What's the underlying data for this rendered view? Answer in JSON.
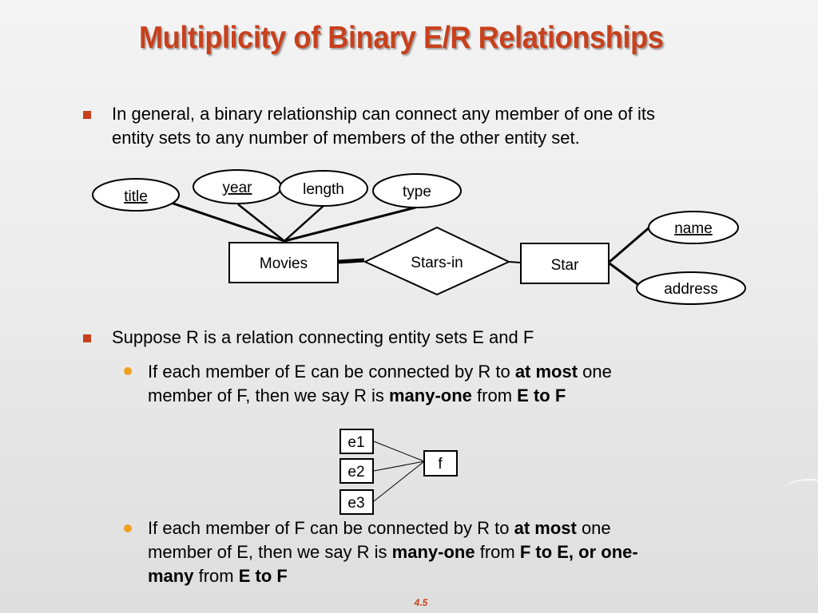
{
  "slide": {
    "title": "Multiplicity of Binary E/R Relationships",
    "page_number": "4.5"
  },
  "bullet1": {
    "line1": "In general, a binary relationship can connect any member of one of its",
    "line2": "entity sets to any number of members of the other entity set."
  },
  "er_diagram": {
    "attr_title": "title",
    "attr_year": "year",
    "attr_length": "length",
    "attr_type": "type",
    "entity_movies": "Movies",
    "relationship": "Stars-in",
    "entity_star": "Star",
    "attr_name": "name",
    "attr_address": "address"
  },
  "bullet2": {
    "text": "Suppose R is a relation connecting entity sets E and F"
  },
  "sub1": {
    "a": "If each member of E can be connected by R to ",
    "b": "at most",
    "c": " one",
    "d": "member of F, then we say R is ",
    "e": "many-one",
    "f": " from ",
    "g": "E to F"
  },
  "mapping_diagram": {
    "e1": "e1",
    "e2": "e2",
    "e3": "e3",
    "f": "f"
  },
  "sub2": {
    "a": "If each member of F can be connected by R to ",
    "b": "at most",
    "c": " one",
    "d": "member of E, then we say R is ",
    "e": "many-one",
    "f": " from ",
    "g": "F to E, or one-",
    "h": "many",
    "i": " from ",
    "j": "E to F"
  },
  "colors": {
    "title": "#c8401c",
    "square_bullet": "#c8401c",
    "round_bullet": "#f0a020"
  }
}
